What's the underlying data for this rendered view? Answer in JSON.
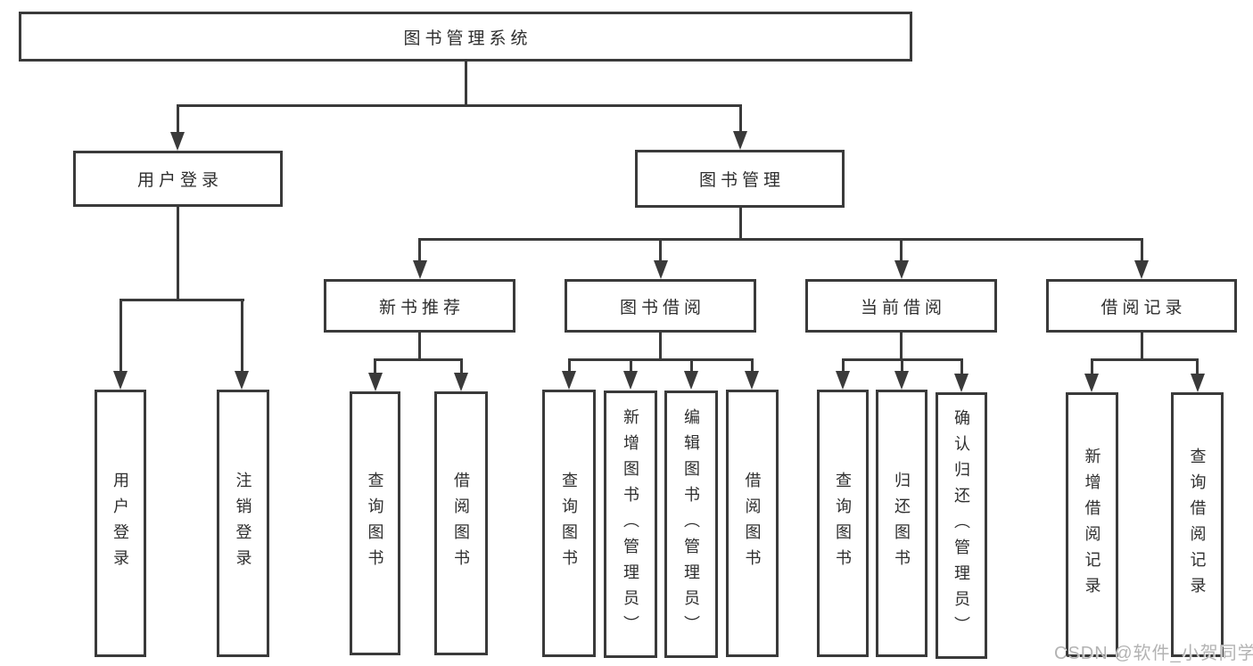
{
  "tree": {
    "root": {
      "label": "图书管理系统",
      "children": [
        {
          "label": "用户登录",
          "children": [
            {
              "label": "用户登录"
            },
            {
              "label": "注销登录"
            }
          ]
        },
        {
          "label": "图书管理",
          "children": [
            {
              "label": "新书推荐",
              "children": [
                {
                  "label": "查询图书"
                },
                {
                  "label": "借阅图书"
                }
              ]
            },
            {
              "label": "图书借阅",
              "children": [
                {
                  "label": "查询图书"
                },
                {
                  "label": "新增图书（管理员）"
                },
                {
                  "label": "编辑图书（管理员）"
                },
                {
                  "label": "借阅图书"
                }
              ]
            },
            {
              "label": "当前借阅",
              "children": [
                {
                  "label": "查询图书"
                },
                {
                  "label": "归还图书"
                },
                {
                  "label": "确认归还（管理员）"
                }
              ]
            },
            {
              "label": "借阅记录",
              "children": [
                {
                  "label": "新增借阅记录"
                },
                {
                  "label": "查询借阅记录"
                }
              ]
            }
          ]
        }
      ]
    }
  },
  "watermark": {
    "text": "CSDN @软件_小贺同学"
  },
  "colors": {
    "line": "#3a3a3a",
    "text": "#2e2e2e",
    "background": "#ffffff",
    "watermark": "#b3b3b3"
  }
}
